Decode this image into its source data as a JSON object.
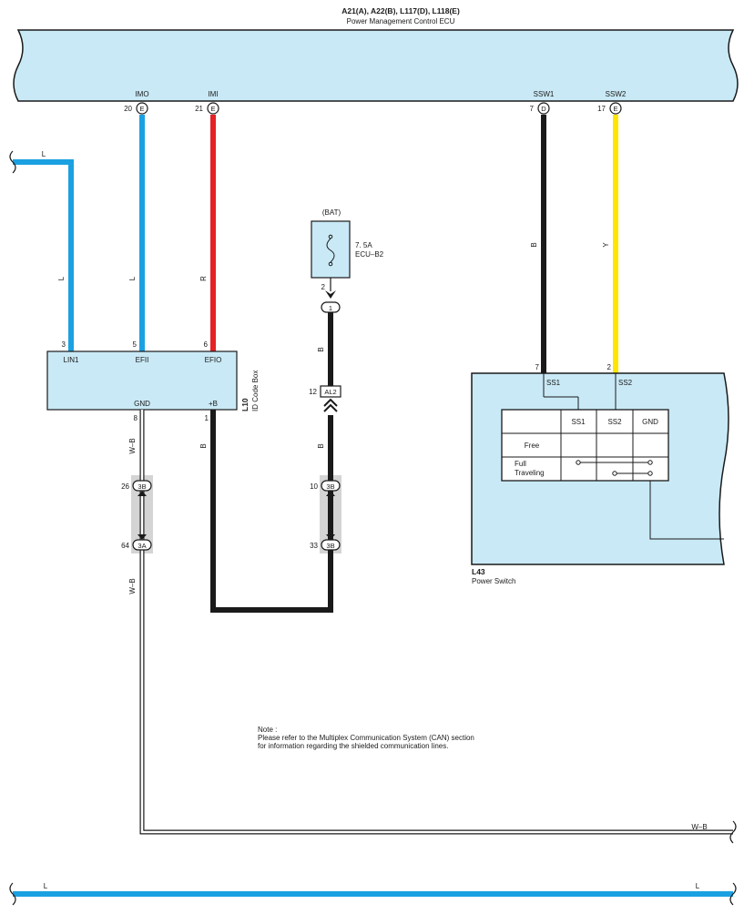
{
  "colors": {
    "panel_fill": "#c9e9f6",
    "wire_blue": "#1ba1e2",
    "wire_red": "#e52226",
    "wire_black": "#1a1a1a",
    "wire_yellow": "#ffe500",
    "shading_gray": "#d4d4d4"
  },
  "ecu": {
    "codes": "A21(A), A22(B), L117(D), L118(E)",
    "name": "Power Management Control ECU",
    "pins": [
      {
        "label": "IMO",
        "number": "20",
        "connector": "E"
      },
      {
        "label": "IMI",
        "number": "21",
        "connector": "E"
      },
      {
        "label": "SSW1",
        "number": "7",
        "connector": "D"
      },
      {
        "label": "SSW2",
        "number": "17",
        "connector": "E"
      }
    ]
  },
  "wire_colors": {
    "lin_top": "L",
    "lin_vertical": "L",
    "imo": "L",
    "imi": "R",
    "ssw1": "B",
    "ssw2": "Y",
    "fuse_out": "B",
    "al2_out": "B",
    "plus_b": "B",
    "gnd_upper": "W–B",
    "gnd_lower": "W–B",
    "gnd_horizontal": "W–B",
    "bottom_left": "L",
    "bottom_right": "L"
  },
  "fuse": {
    "source": "(BAT)",
    "rating": "7. 5A",
    "name": "ECU–B2",
    "pin": "2",
    "junction": "1"
  },
  "al2": {
    "pin": "12",
    "label": "AL2"
  },
  "id_code_box": {
    "code": "L10",
    "name": "ID Code Box",
    "pins": [
      {
        "number": "3",
        "label": "LIN1"
      },
      {
        "number": "5",
        "label": "EFII"
      },
      {
        "number": "6",
        "label": "EFIO"
      },
      {
        "number": "8",
        "label": "GND"
      },
      {
        "number": "1",
        "label": "+B"
      }
    ]
  },
  "junctions": {
    "left_top": {
      "number": "26",
      "connector": "3B"
    },
    "left_bottom": {
      "number": "64",
      "connector": "3A"
    },
    "right_top": {
      "number": "10",
      "connector": "3B"
    },
    "right_bottom": {
      "number": "33",
      "connector": "3B"
    }
  },
  "power_switch": {
    "code": "L43",
    "name": "Power Switch",
    "pin_ss1": "7",
    "pin_ss2": "2",
    "ss1_label": "SS1",
    "ss2_label": "SS2",
    "table": {
      "headers": [
        "SS1",
        "SS2",
        "GND"
      ],
      "rows": [
        {
          "label": "Free"
        },
        {
          "label_line1": "Full",
          "label_line2": "Traveling"
        }
      ]
    }
  },
  "note": {
    "title": "Note :",
    "line1": "Please refer to the Multiplex Communication System (CAN) section",
    "line2": "for information regarding the shielded communication lines."
  }
}
